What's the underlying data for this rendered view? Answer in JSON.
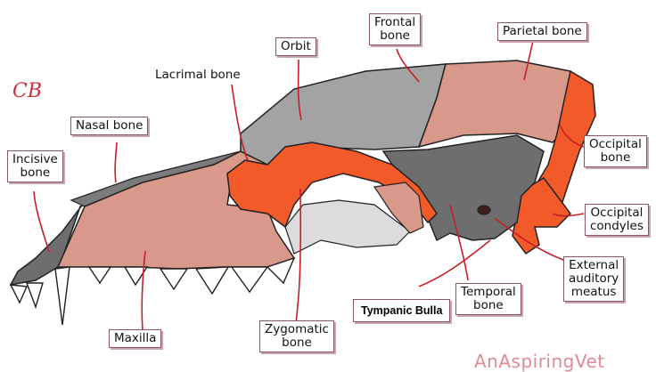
{
  "labels": {
    "frontal": "Frontal\nbone",
    "parietal": "Parietal bone",
    "orbit": "Orbit",
    "lacrimal": "Lacrimal bone",
    "nasal": "Nasal bone",
    "incisive": "Incisive\nbone",
    "occipital": "Occipital\nbone",
    "occipital_condyles": "Occipital\ncondyles",
    "external_auditory": "External\nauditory\nmeatus",
    "temporal": "Temporal\nbone",
    "tympanic": "Tympanic Bulla",
    "zygomatic": "Zygomatic\nbone",
    "maxilla": "Maxilla"
  },
  "signature": "AnAspiringVet",
  "logo": "CB",
  "colors": {
    "skull_grey": "#a3a3a3",
    "skull_dark": "#6e6e6e",
    "bone_pink": "#d8998a",
    "highlight_orange": "#f25a2a",
    "light_grey": "#dcdcdc",
    "arrow_red": "#c81e28",
    "label_border": "#8a5560",
    "signature_pink": "#e08a95"
  }
}
